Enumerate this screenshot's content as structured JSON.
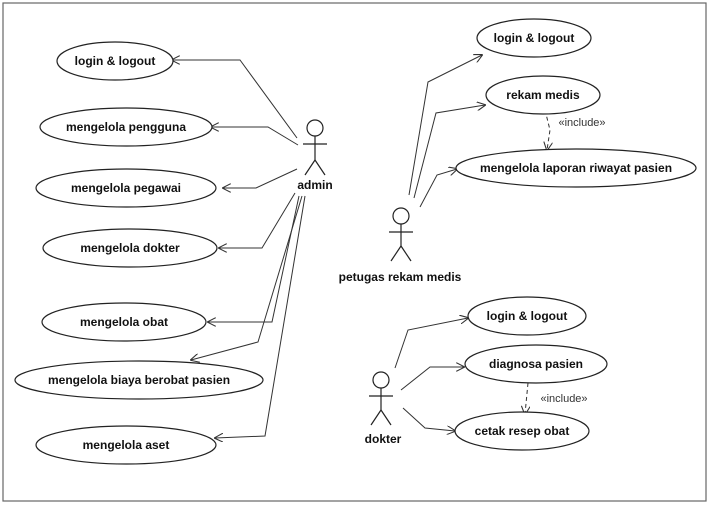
{
  "actors": {
    "admin": "admin",
    "petugas": "petugas rekam medis",
    "dokter": "dokter"
  },
  "use_cases": {
    "admin_login": "login & logout",
    "pengguna": "mengelola pengguna",
    "pegawai": "mengelola pegawai",
    "dokter": "mengelola dokter",
    "obat": "mengelola obat",
    "biaya": "mengelola biaya berobat pasien",
    "aset": "mengelola aset",
    "petugas_login": "login & logout",
    "rekam_medis": "rekam medis",
    "laporan": "mengelola laporan riwayat pasien",
    "dokter_login": "login & logout",
    "diagnosa": "diagnosa pasien",
    "resep": "cetak resep obat"
  },
  "stereotypes": {
    "include_1": "«include»",
    "include_2": "«include»"
  }
}
